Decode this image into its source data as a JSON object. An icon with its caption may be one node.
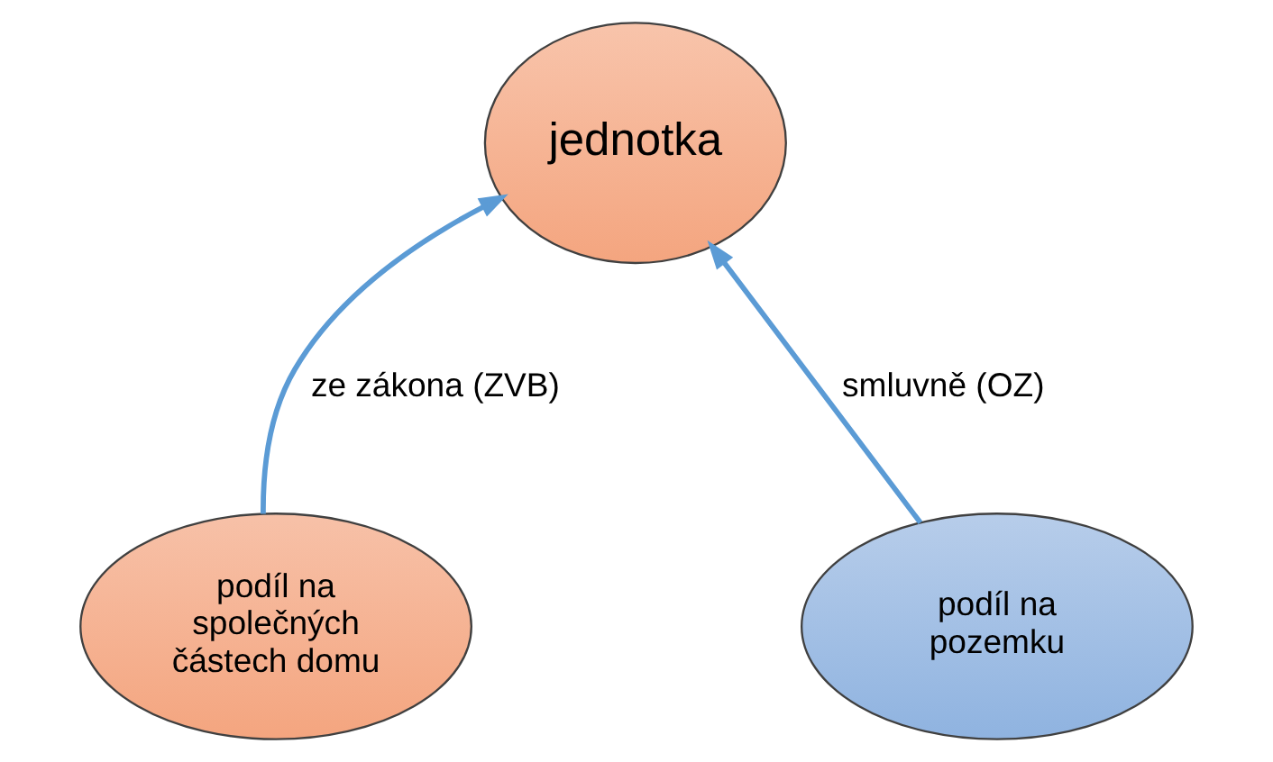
{
  "diagram": {
    "nodes": [
      {
        "text": [
          "jednotka"
        ]
      },
      {
        "text": [
          "podíl na společných částech domu"
        ]
      },
      {
        "text": [
          "podíl na pozemku"
        ]
      }
    ],
    "edges": [
      {
        "from": 1,
        "to": 0,
        "arrow": "to",
        "label": "ze zákona (ZVB)"
      },
      {
        "from": 2,
        "to": 0,
        "arrow": "to",
        "label": "smluvně (OZ)"
      }
    ]
  }
}
